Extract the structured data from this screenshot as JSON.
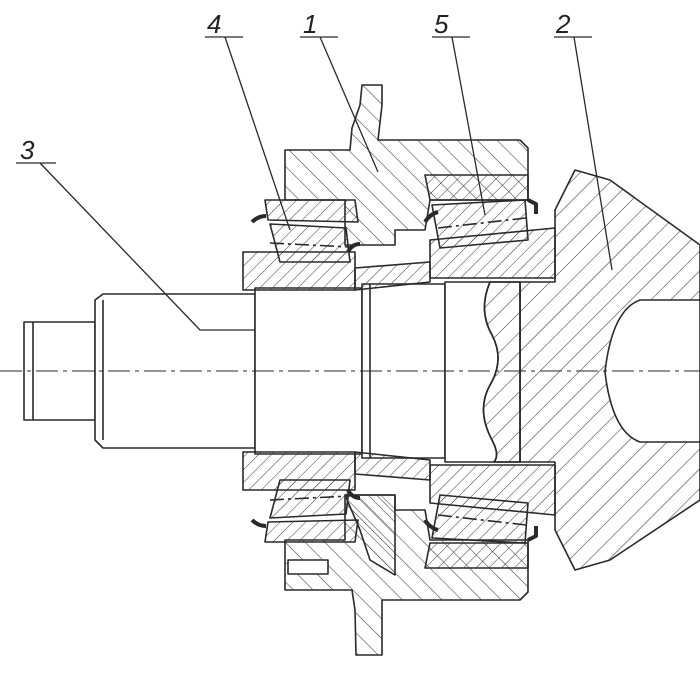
{
  "callouts": [
    {
      "id": "callout-4",
      "label": "4"
    },
    {
      "id": "callout-1",
      "label": "1"
    },
    {
      "id": "callout-5",
      "label": "5"
    },
    {
      "id": "callout-2",
      "label": "2"
    },
    {
      "id": "callout-3",
      "label": "3"
    }
  ],
  "colors": {
    "line": "#2a2a2a",
    "hatch": "#3a3a3a",
    "background": "#ffffff"
  }
}
